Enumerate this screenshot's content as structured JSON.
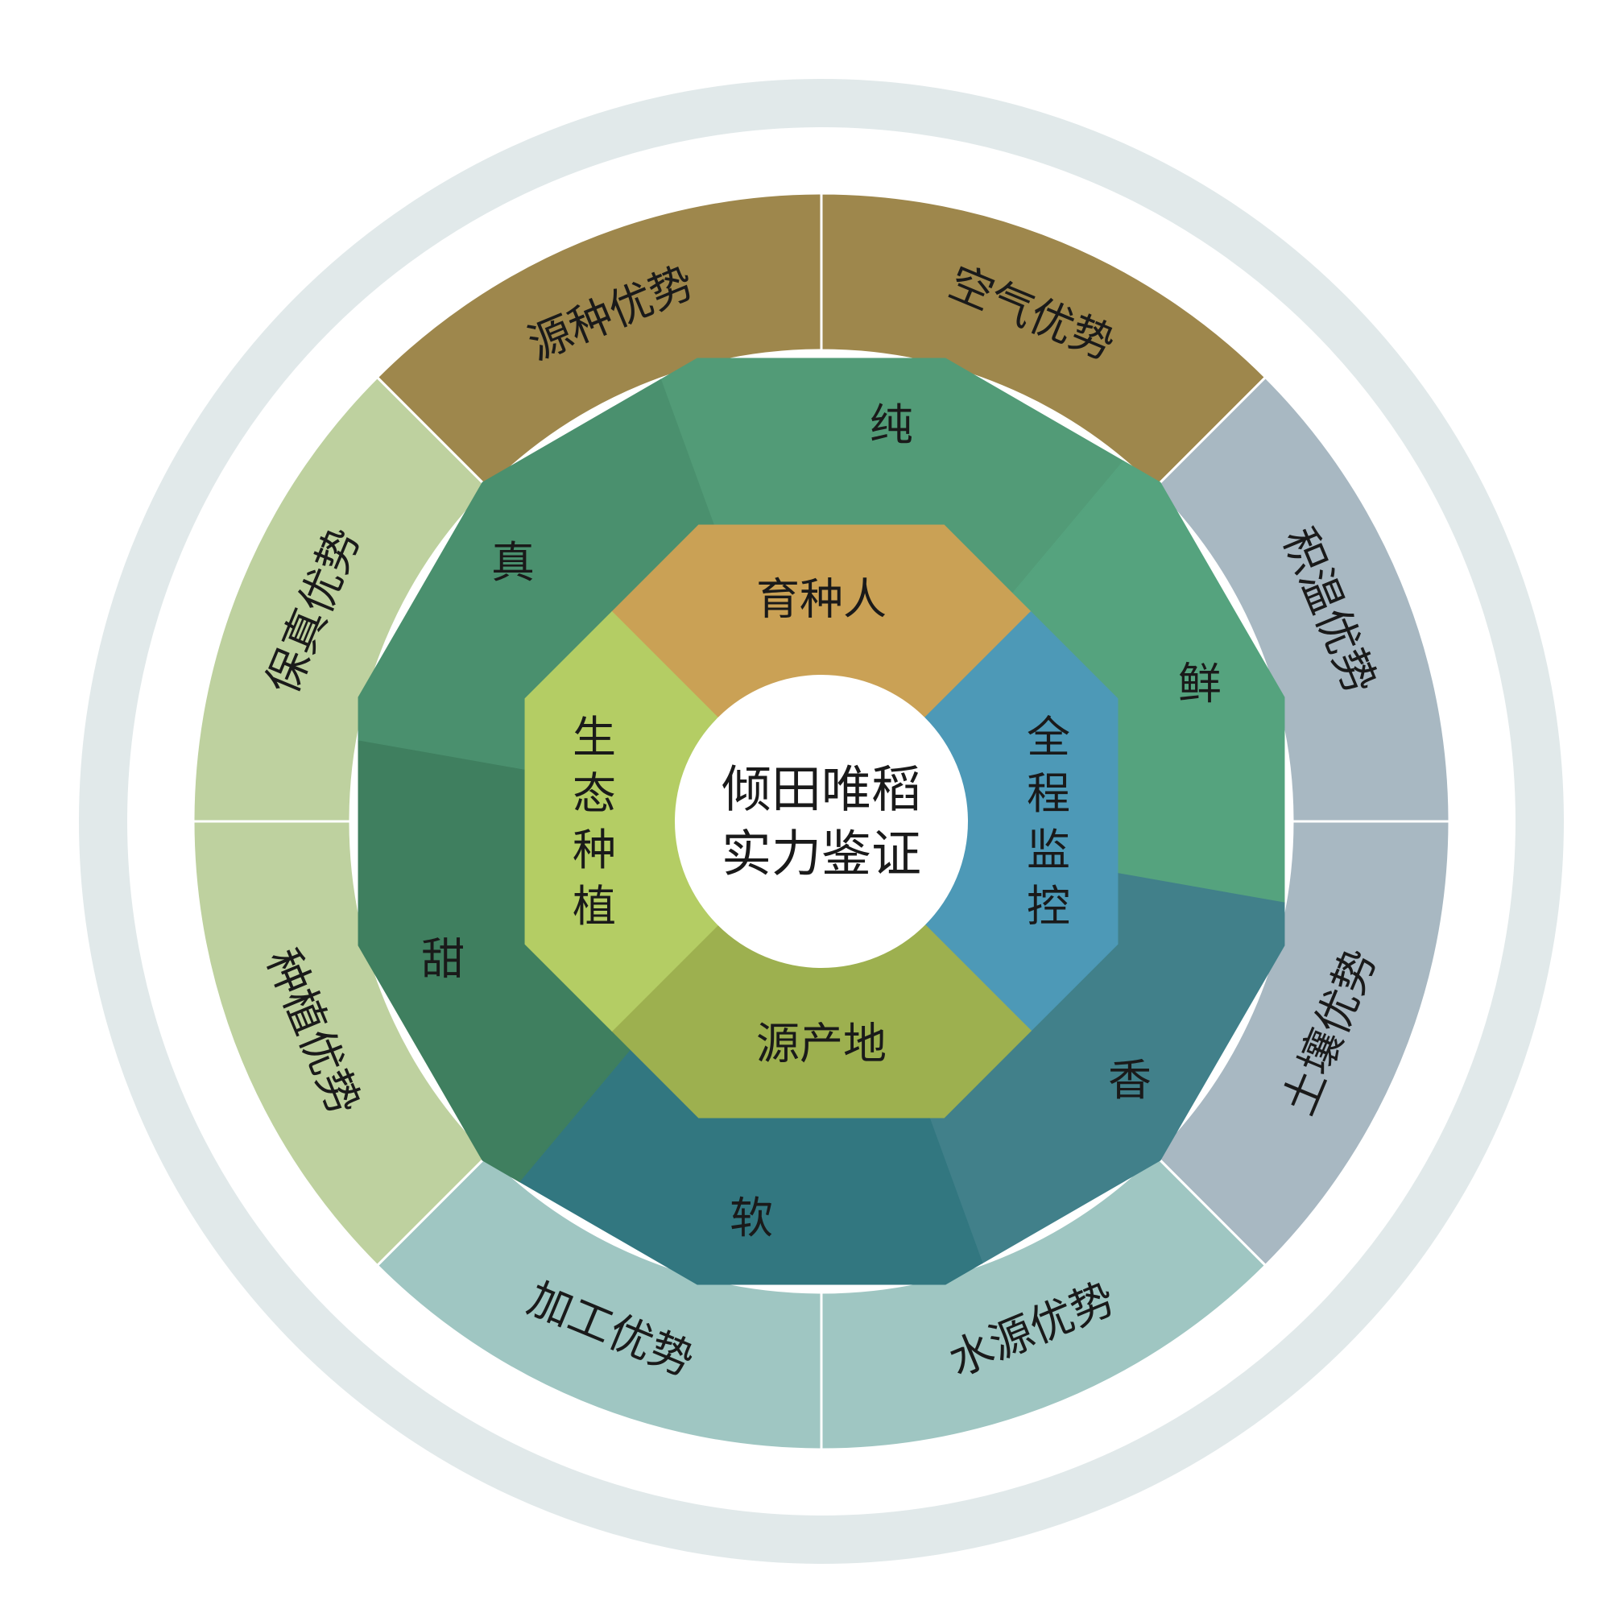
{
  "center": {
    "lines": [
      "倾田唯稻",
      "实力鉴证"
    ],
    "color": "#ffffff"
  },
  "inner_ring": [
    {
      "label": "育种人",
      "color": "#caa155",
      "vertical": false
    },
    {
      "label": "全程监控",
      "color": "#4d99b7",
      "vertical": true
    },
    {
      "label": "源产地",
      "color": "#9db04f",
      "vertical": false
    },
    {
      "label": "生态种植",
      "color": "#b4cd64",
      "vertical": true
    }
  ],
  "middle_ring": [
    {
      "label": "纯",
      "color": "#529b77"
    },
    {
      "label": "鲜",
      "color": "#55a37e"
    },
    {
      "label": "香",
      "color": "#41808a"
    },
    {
      "label": "软",
      "color": "#327780"
    },
    {
      "label": "甜",
      "color": "#3f7f5f"
    },
    {
      "label": "真",
      "color": "#4a906e"
    }
  ],
  "outer_ring": [
    {
      "label": "空气优势",
      "color": "#9e874c"
    },
    {
      "label": "积温优势",
      "color": "#a8b8c2"
    },
    {
      "label": "土壤优势",
      "color": "#a8b8c2"
    },
    {
      "label": "水源优势",
      "color": "#9fc6c2"
    },
    {
      "label": "加工优势",
      "color": "#9fc6c2"
    },
    {
      "label": "种植优势",
      "color": "#bed19f"
    },
    {
      "label": "保真优势",
      "color": "#bed19f"
    },
    {
      "label": "源种优势",
      "color": "#9e874c"
    }
  ],
  "outline_ring_color": "#e1e9ea"
}
